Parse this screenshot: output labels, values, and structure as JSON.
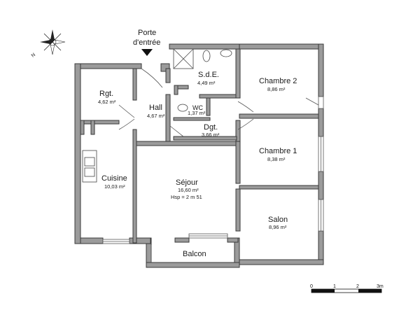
{
  "entrance": {
    "line1": "Porte",
    "line2": "d'entrée"
  },
  "rooms": {
    "sde": {
      "name": "S.d.E.",
      "area": "4,49 m²"
    },
    "chambre2": {
      "name": "Chambre 2",
      "area": "8,86 m²"
    },
    "rgt": {
      "name": "Rgt.",
      "area": "4,62 m²"
    },
    "hall": {
      "name": "Hall",
      "area": "4,67 m²"
    },
    "wc": {
      "name": "WC",
      "area": "1,37 m²"
    },
    "dgt": {
      "name": "Dgt.",
      "area": "3,66 m²"
    },
    "chambre1": {
      "name": "Chambre 1",
      "area": "8,38 m²"
    },
    "cuisine": {
      "name": "Cuisine",
      "area": "10,03 m²"
    },
    "sejour": {
      "name": "Séjour",
      "area": "16,60 m²",
      "height": "Hsp = 2 m 51"
    },
    "salon": {
      "name": "Salon",
      "area": "8,96 m²"
    },
    "balcon": {
      "name": "Balcon"
    }
  },
  "compass": {
    "north": "N"
  },
  "scale": {
    "ticks": [
      "0",
      "1",
      "2",
      "3m"
    ]
  }
}
